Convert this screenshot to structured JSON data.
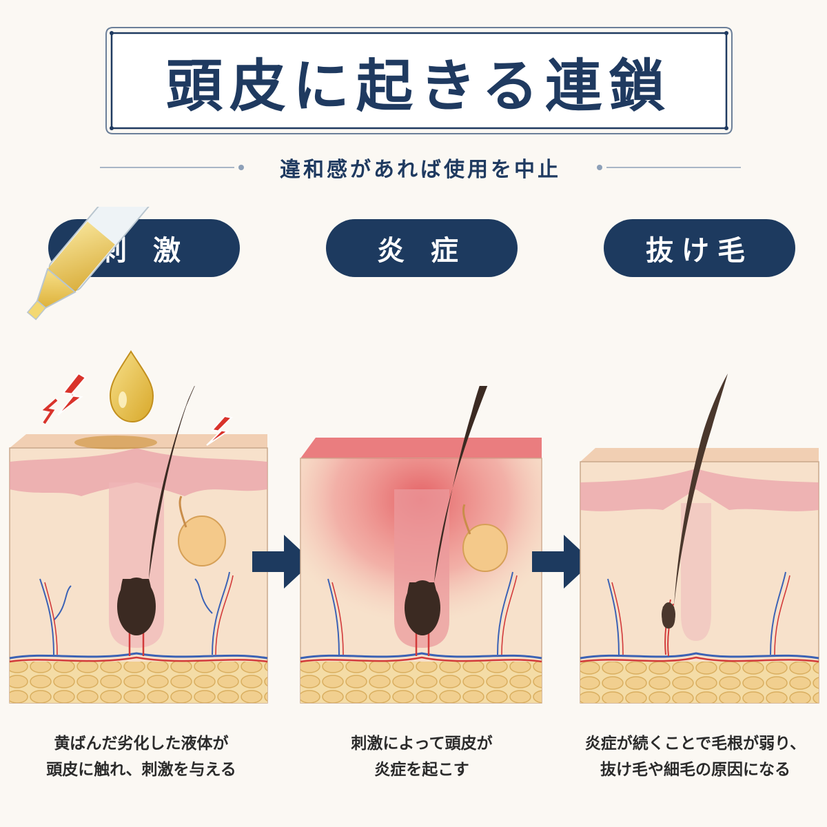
{
  "title": "頭皮に起きる連鎖",
  "subtitle": "違和感があれば使用を中止",
  "colors": {
    "navy": "#1d3a5f",
    "skin": "#f6d9c0",
    "dermis": "#e9a0a8",
    "inflamed": "#e35a5f",
    "fat": "#f1cf8f",
    "hair": "#3b2a22",
    "spark": "#d9332b"
  },
  "stages": [
    {
      "label": "刺 激",
      "caption_line1": "黄ばんだ劣化した液体が",
      "caption_line2": "頭皮に触れ、刺激を与える"
    },
    {
      "label": "炎 症",
      "caption_line1": "刺激によって頭皮が",
      "caption_line2": "炎症を起こす"
    },
    {
      "label": "抜け毛",
      "caption_line1": "炎症が続くことで毛根が弱り、",
      "caption_line2": "抜け毛や細毛の原因になる"
    }
  ],
  "icons": {
    "dropper": "dropper-icon",
    "spark": "irritation-spark-icon",
    "arrow": "arrow-right-icon"
  }
}
